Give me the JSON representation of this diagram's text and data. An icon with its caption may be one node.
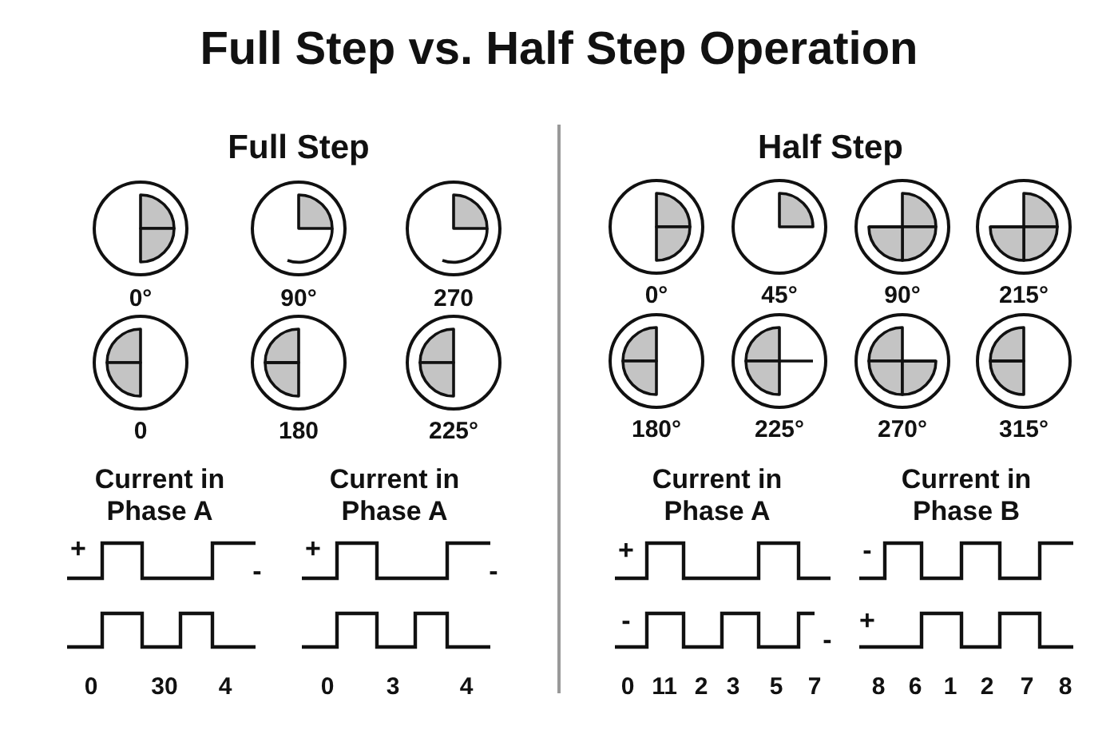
{
  "diagram": {
    "title": "Full Step vs. Half Step Operation",
    "labels": [
      "Full Step",
      "0°",
      "90°",
      "270",
      "0",
      "180",
      "225°",
      "Current in Phase A",
      "+",
      "-",
      "Current in Phase A",
      "+",
      "-",
      "0",
      "30",
      "4",
      "0",
      "3",
      "4",
      "Half Step",
      "0°",
      "45°",
      "90°",
      "215°",
      "180°",
      "225°",
      "270°",
      "315°",
      "Current in Phase A",
      "+",
      "-",
      "-",
      "Current in Phase B",
      "-",
      "+",
      "0",
      "11",
      "2",
      "3",
      "5",
      "7",
      "8",
      "6",
      "1",
      "2",
      "7",
      "8"
    ]
  }
}
